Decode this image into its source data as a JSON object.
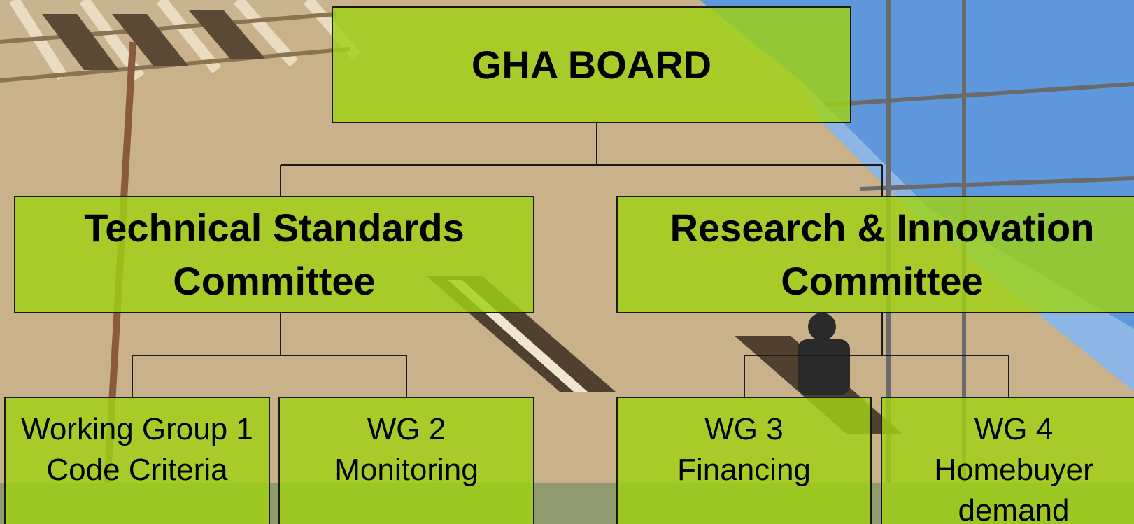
{
  "board": {
    "title": "GHA BOARD"
  },
  "committees": [
    {
      "line1": "Technical Standards",
      "line2": "Committee"
    },
    {
      "line1": "Research & Innovation",
      "line2": "Committee"
    }
  ],
  "working_groups": [
    {
      "line1": "Working Group 1",
      "line2": "Code Criteria",
      "line3": ""
    },
    {
      "line1": "WG 2",
      "line2": "Monitoring",
      "line3": ""
    },
    {
      "line1": "WG 3",
      "line2": "Financing",
      "line3": ""
    },
    {
      "line1": "WG 4",
      "line2": "Homebuyer",
      "line3": "demand"
    }
  ],
  "colors": {
    "box_fill": "#a0d214",
    "box_border": "#1a1a1a",
    "connector": "#1a1a1a"
  }
}
